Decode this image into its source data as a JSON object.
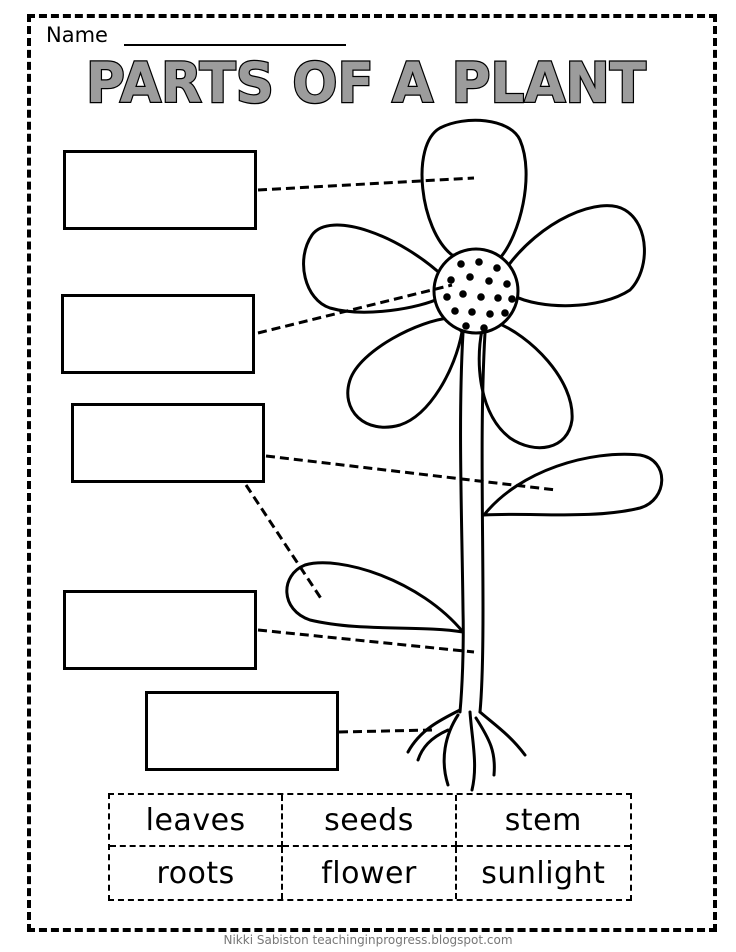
{
  "worksheet": {
    "name_label": "Name",
    "title": "PARTS OF A PLANT",
    "word_bank": [
      "leaves",
      "seeds",
      "stem",
      "roots",
      "flower",
      "sunlight"
    ],
    "credit": "Nikki Sabiston teachinginprogress.blogspot.com"
  }
}
